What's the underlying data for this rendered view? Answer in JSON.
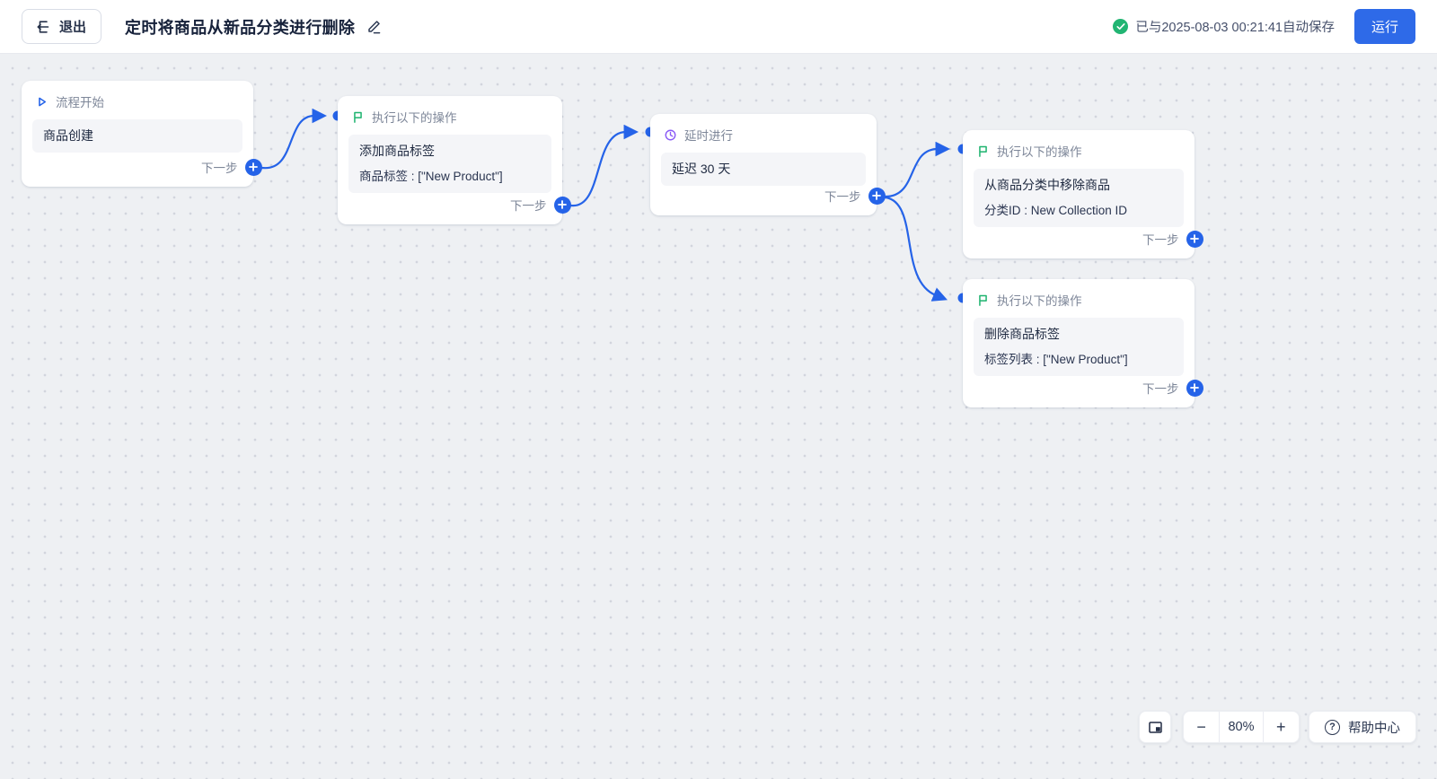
{
  "header": {
    "exit_label": "退出",
    "title": "定时将商品从新品分类进行删除",
    "autosave_text": "已与2025-08-03 00:21:41自动保存",
    "run_label": "运行"
  },
  "canvas": {
    "nodes": [
      {
        "id": "flow-start",
        "icon": "play-icon",
        "header": "流程开始",
        "lines": [
          "商品创建"
        ],
        "next_label": "下一步"
      },
      {
        "id": "action-add-product-tag",
        "icon": "flag-icon",
        "header": "执行以下的操作",
        "lines": [
          "添加商品标签",
          "商品标签 : [\"New Product\"]"
        ],
        "next_label": "下一步"
      },
      {
        "id": "delay",
        "icon": "clock-icon",
        "header": "延时进行",
        "lines": [
          "延迟 30 天"
        ],
        "next_label": "下一步"
      },
      {
        "id": "action-remove-from-collection",
        "icon": "flag-icon",
        "header": "执行以下的操作",
        "lines": [
          "从商品分类中移除商品",
          "分类ID : New Collection ID"
        ],
        "next_label": "下一步"
      },
      {
        "id": "action-delete-product-tag",
        "icon": "flag-icon",
        "header": "执行以下的操作",
        "lines": [
          "删除商品标签",
          "标签列表 : [\"New Product\"]"
        ],
        "next_label": "下一步"
      }
    ],
    "connections": [
      {
        "from": "flow-start",
        "to": "action-add-product-tag"
      },
      {
        "from": "action-add-product-tag",
        "to": "delay"
      },
      {
        "from": "delay",
        "to": "action-remove-from-collection"
      },
      {
        "from": "delay",
        "to": "action-delete-product-tag"
      }
    ]
  },
  "controls": {
    "zoom_level": "80%",
    "minus_glyph": "−",
    "plus_glyph": "+",
    "help_label": "帮助中心",
    "help_icon": "?"
  },
  "colors": {
    "accent_blue": "#2563e8",
    "run_blue": "#2e6ae8",
    "success_green": "#22b573",
    "flag_green": "#1db36e",
    "clock_purple": "#8b5cf6"
  }
}
